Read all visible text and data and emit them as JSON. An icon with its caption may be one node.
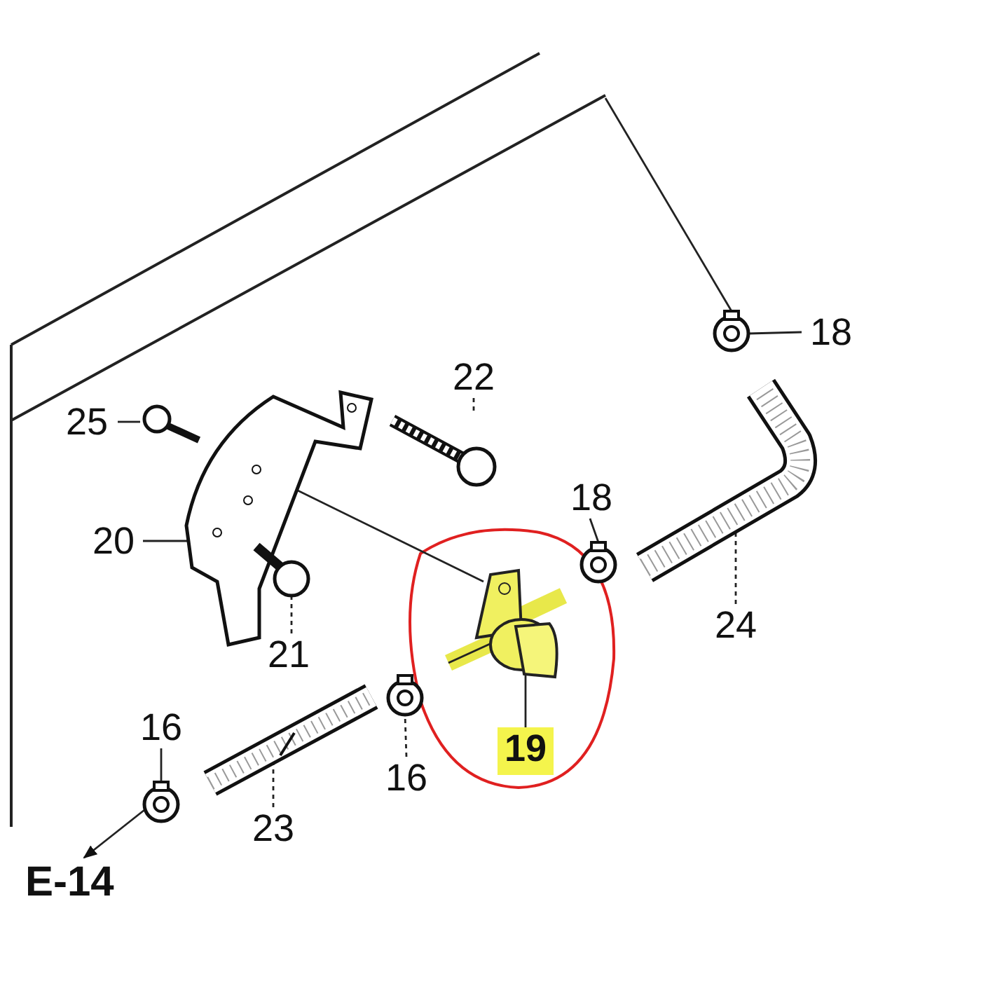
{
  "diagram": {
    "nodes": [
      {
        "text": [
          "25"
        ]
      },
      {
        "text": [],
        "shape": "picture"
      },
      {
        "text": [
          "22"
        ]
      },
      {
        "text": [],
        "shape": "picture"
      },
      {
        "text": [
          "20"
        ]
      },
      {
        "text": [],
        "shape": "picture"
      },
      {
        "text": [
          "21"
        ]
      },
      {
        "text": [],
        "shape": "picture"
      },
      {
        "text": [
          "18"
        ]
      },
      {
        "text": [],
        "shape": "picture"
      },
      {
        "text": [
          "18"
        ]
      },
      {
        "text": [],
        "shape": "picture"
      },
      {
        "text": [
          "24"
        ]
      },
      {
        "text": [],
        "shape": "picture"
      },
      {
        "text": [
          "19"
        ]
      },
      {
        "text": [],
        "shape": "picture"
      },
      {
        "text": [
          "16"
        ]
      },
      {
        "text": [],
        "shape": "picture"
      },
      {
        "text": [
          "16"
        ]
      },
      {
        "text": [],
        "shape": "picture"
      },
      {
        "text": [
          "23"
        ]
      },
      {
        "text": [],
        "shape": "picture"
      },
      {
        "text": [
          "E-14"
        ]
      }
    ],
    "edges": [
      {
        "from": 0,
        "to": 1,
        "arrow": "none"
      },
      {
        "from": 2,
        "to": 3,
        "arrow": "none",
        "style": "dashed"
      },
      {
        "from": 4,
        "to": 5,
        "arrow": "none"
      },
      {
        "from": 6,
        "to": 7,
        "arrow": "none",
        "style": "dashed"
      },
      {
        "from": 8,
        "to": 9,
        "arrow": "none"
      },
      {
        "from": 10,
        "to": 11,
        "arrow": "none"
      },
      {
        "from": 12,
        "to": 13,
        "arrow": "none",
        "style": "dashed"
      },
      {
        "from": 14,
        "to": 15,
        "arrow": "none"
      },
      {
        "from": 16,
        "to": 17,
        "arrow": "none"
      },
      {
        "from": 18,
        "to": 19,
        "arrow": "none",
        "style": "dashed"
      },
      {
        "from": 20,
        "to": 21,
        "arrow": "none",
        "style": "dashed"
      },
      {
        "from": 5,
        "to": 15,
        "arrow": "none"
      },
      {
        "from": 9,
        "to": null,
        "arrow": "none"
      },
      {
        "from": 17,
        "to": 22,
        "arrow": "to"
      }
    ]
  }
}
